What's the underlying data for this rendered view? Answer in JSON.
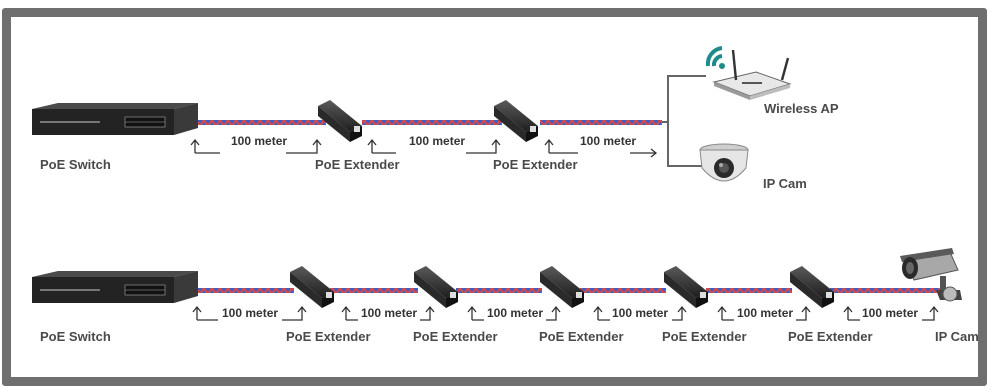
{
  "top_chain": {
    "switch_label": "PoE Switch",
    "extender_labels": [
      "PoE Extender",
      "PoE Extender"
    ],
    "segment_labels": [
      "100 meter",
      "100 meter",
      "100 meter"
    ],
    "endpoints": [
      {
        "label": "Wireless AP",
        "icon": "wireless-ap-icon"
      },
      {
        "label": "IP Cam",
        "icon": "dome-camera-icon"
      }
    ]
  },
  "bottom_chain": {
    "switch_label": "PoE Switch",
    "extender_labels": [
      "PoE Extender",
      "PoE Extender",
      "PoE Extender",
      "PoE Extender",
      "PoE Extender"
    ],
    "segment_labels": [
      "100 meter",
      "100 meter",
      "100 meter",
      "100 meter",
      "100 meter",
      "100 meter"
    ],
    "endpoints": [
      {
        "label": "IP Cam",
        "icon": "bullet-camera-icon"
      }
    ]
  },
  "colors": {
    "frame": "#6f6f6f",
    "cable_red": "#d24a4a",
    "cable_blue": "#3a5fc8",
    "device": "#1f1f1f",
    "wifi_accent": "#1f8a8a"
  }
}
